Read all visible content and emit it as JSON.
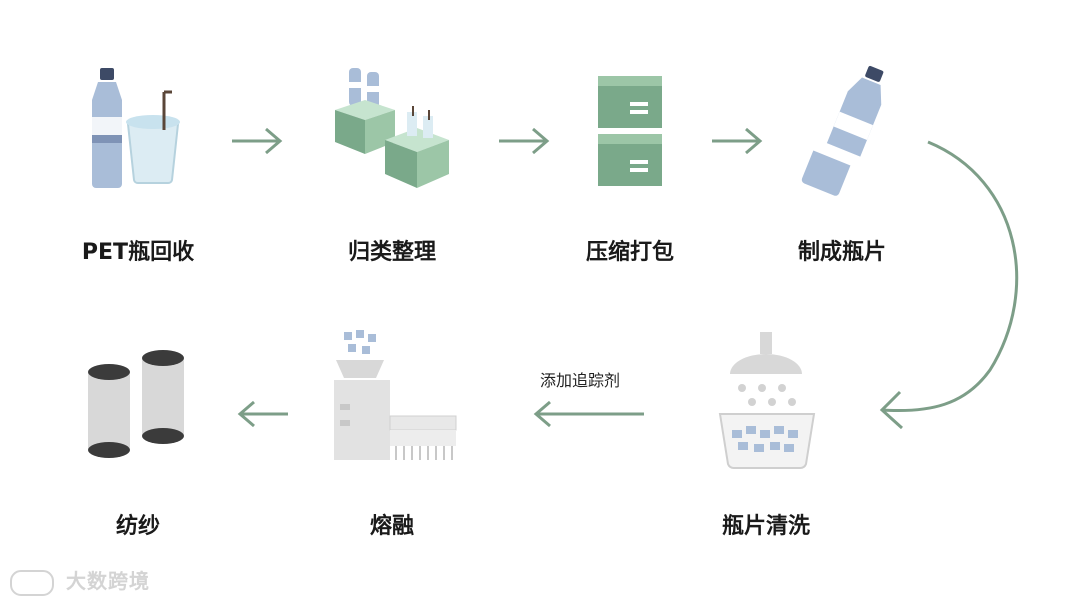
{
  "steps": [
    {
      "label": "PET瓶回收",
      "icon": "pet-bottle-cup-icon"
    },
    {
      "label": "归类整理",
      "icon": "sorting-boxes-icon"
    },
    {
      "label": "压缩打包",
      "icon": "compressed-bales-icon"
    },
    {
      "label": "制成瓶片",
      "icon": "cut-bottle-icon"
    },
    {
      "label": "瓶片清洗",
      "icon": "washing-basin-icon"
    },
    {
      "label": "熔融",
      "icon": "melting-machine-icon"
    },
    {
      "label": "纺纱",
      "icon": "yarn-spools-icon"
    }
  ],
  "edge_label": "添加追踪剂",
  "watermark": "大数跨境",
  "colors": {
    "arrow": "#7d9e88",
    "box": "#7aa98a",
    "bottle": "#a9bdd8",
    "gray": "#d8d8d8"
  }
}
